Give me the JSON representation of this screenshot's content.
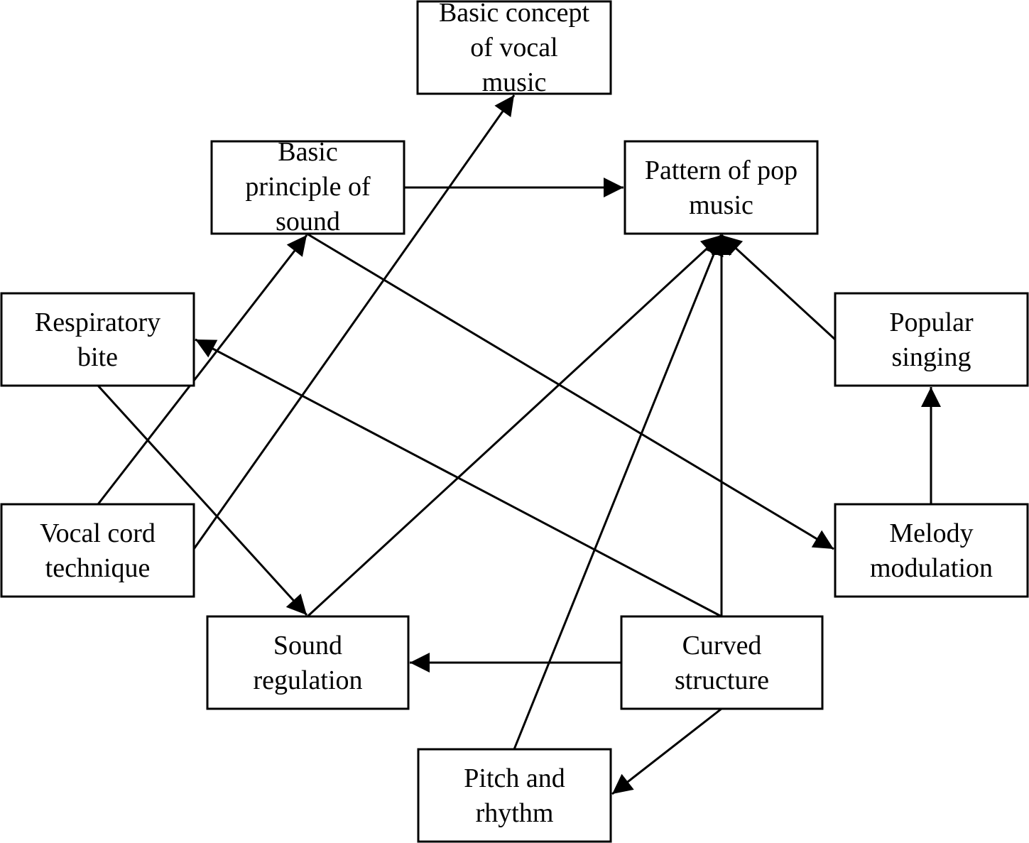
{
  "diagram": {
    "colors": {
      "stroke": "#000000",
      "fill": "#ffffff",
      "text": "#000000"
    },
    "nodes": [
      {
        "id": "basic-concept",
        "lines": [
          "Basic concept",
          "of vocal",
          "music"
        ]
      },
      {
        "id": "basic-principle",
        "lines": [
          "Basic",
          "principle of",
          "sound"
        ]
      },
      {
        "id": "pattern-pop",
        "lines": [
          "Pattern of pop",
          "music"
        ]
      },
      {
        "id": "respiratory-bite",
        "lines": [
          "Respiratory",
          "bite"
        ]
      },
      {
        "id": "popular-singing",
        "lines": [
          "Popular",
          "singing"
        ]
      },
      {
        "id": "vocal-cord",
        "lines": [
          "Vocal cord",
          "technique"
        ]
      },
      {
        "id": "melody-modulation",
        "lines": [
          "Melody",
          "modulation"
        ]
      },
      {
        "id": "sound-regulation",
        "lines": [
          "Sound",
          "regulation"
        ]
      },
      {
        "id": "curved-structure",
        "lines": [
          "Curved",
          "structure"
        ]
      },
      {
        "id": "pitch-rhythm",
        "lines": [
          "Pitch and",
          "rhythm"
        ]
      }
    ],
    "edges": [
      {
        "from": "vocal-cord",
        "to": "basic-concept"
      },
      {
        "from": "vocal-cord",
        "to": "basic-principle"
      },
      {
        "from": "basic-principle",
        "to": "pattern-pop"
      },
      {
        "from": "basic-principle",
        "to": "melody-modulation"
      },
      {
        "from": "respiratory-bite",
        "to": "sound-regulation"
      },
      {
        "from": "curved-structure",
        "to": "respiratory-bite"
      },
      {
        "from": "sound-regulation",
        "to": "pattern-pop"
      },
      {
        "from": "pitch-rhythm",
        "to": "pattern-pop"
      },
      {
        "from": "curved-structure",
        "to": "pattern-pop"
      },
      {
        "from": "popular-singing",
        "to": "pattern-pop"
      },
      {
        "from": "melody-modulation",
        "to": "popular-singing"
      },
      {
        "from": "curved-structure",
        "to": "sound-regulation"
      },
      {
        "from": "curved-structure",
        "to": "pitch-rhythm"
      }
    ]
  }
}
